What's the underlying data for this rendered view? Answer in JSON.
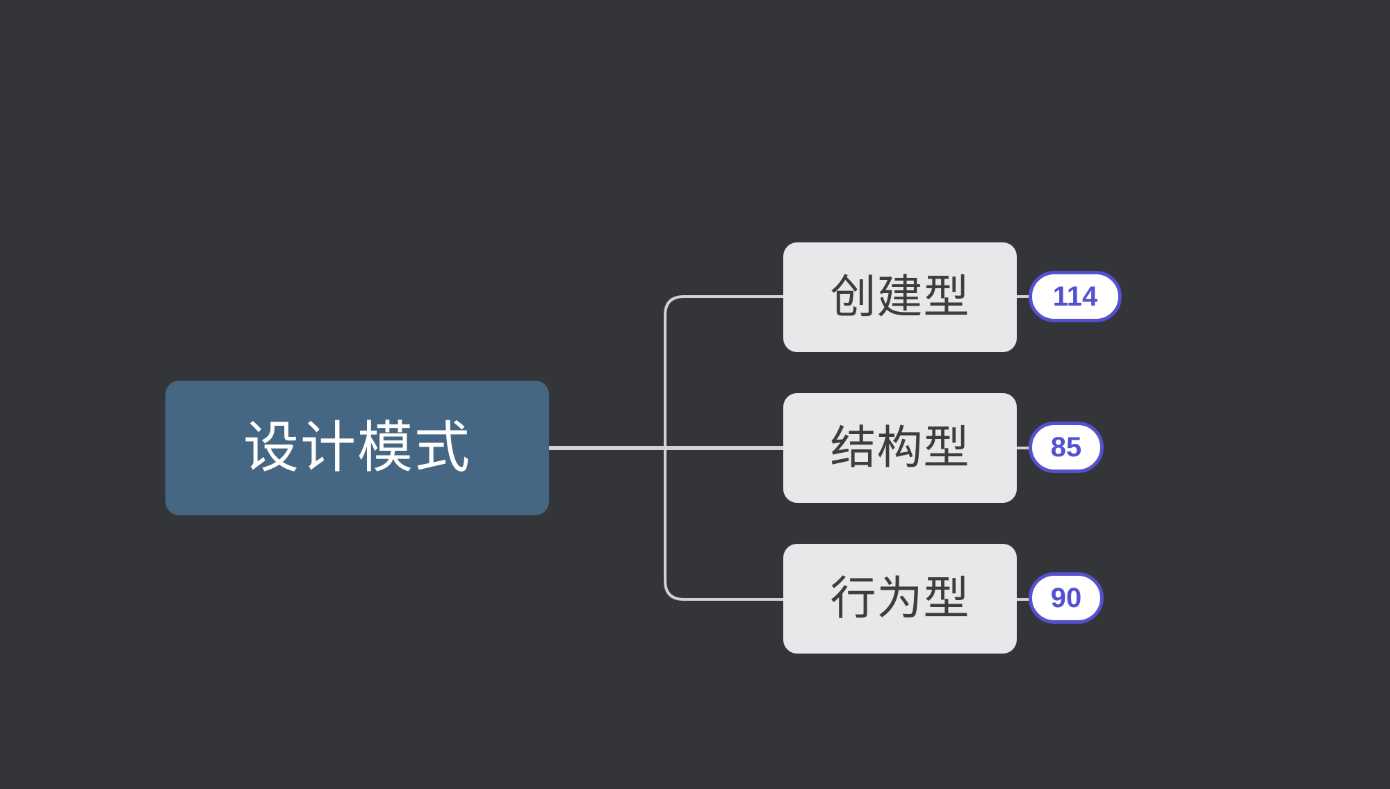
{
  "mindmap": {
    "root": {
      "label": "设计模式",
      "color": "#466783"
    },
    "children": [
      {
        "label": "创建型",
        "count": "114"
      },
      {
        "label": "结构型",
        "count": "85"
      },
      {
        "label": "行为型",
        "count": "90"
      }
    ],
    "colors": {
      "background": "#343539",
      "child_node": "#e8e8ea",
      "connector": "#d2d2d4",
      "badge_accent": "#5550d0"
    }
  }
}
